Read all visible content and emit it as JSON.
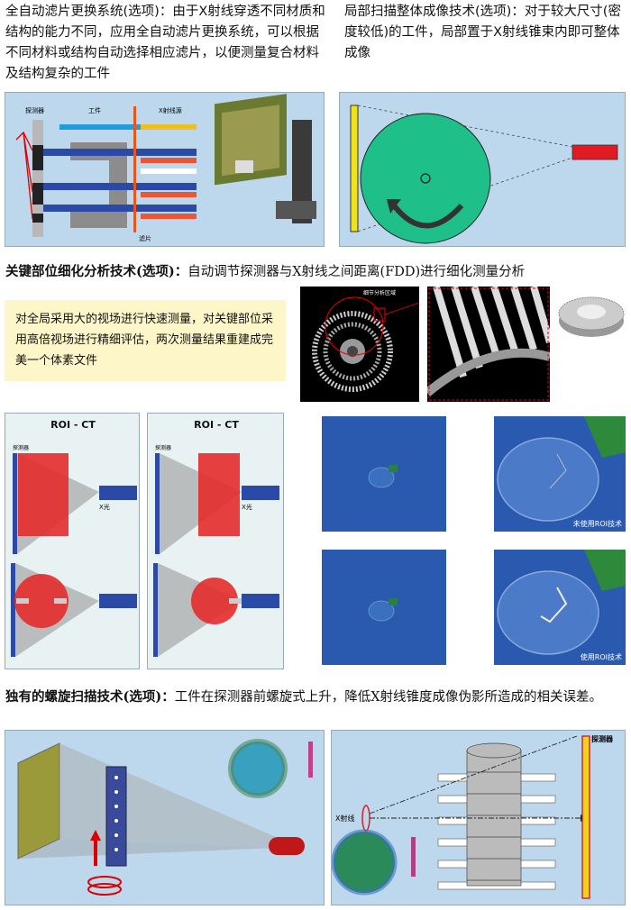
{
  "section1": {
    "left_text": "全自动滤片更换系统(选项)：由于X射线穿透不同材质和结构的能力不同，应用全自动滤片更换系统，可以根据不同材料或结构自动选择相应滤片，以便测量复合材料及结构复杂的工件",
    "right_text": "局部扫描整体成像技术(选项)：对于较大尺寸(密度较低)的工件，局部置于X射线锥束内即可整体成像",
    "filter_diagram": {
      "detector_label": "探测器",
      "workpiece_label": "工件",
      "source_label": "X射线源",
      "filter_label": "滤片"
    }
  },
  "section2": {
    "heading_bold": "关键部位细化分析技术(选项)：",
    "heading_rest": "自动调节探测器与X射线之间距离(FDD)进行细化测量分析",
    "callout": "对全局采用大的视场进行快速测量，对关键部位采用高倍视场进行精细评估，两次测量结果重建成完美一个体素文件",
    "detail_label": "细节分析区域"
  },
  "section3": {
    "roi_title_1": "ROI - CT",
    "roi_title_2": "ROI - CT",
    "detector_label_1": "探测器",
    "detector_label_2": "探测器",
    "xray_label_1": "X光",
    "xray_label_2": "X光",
    "caption_no_roi": "未使用ROI技术",
    "caption_roi": "使用ROI技术"
  },
  "section4": {
    "heading_bold": "独有的螺旋扫描技术(选项)：",
    "heading_rest": "工件在探测器前螺旋式上升，降低X射线锥度成像伪影所造成的相关误差。",
    "xray_label": "X射线",
    "detector_label": "探测器"
  },
  "colors": {
    "panel_blue": "#bdd8ec",
    "callout_yellow": "#fdf6c8",
    "roi_red": "#e52b2b",
    "detector_blue": "#2b4aa8",
    "scan_green": "#1fbf8a",
    "source_red": "#e01b24"
  }
}
